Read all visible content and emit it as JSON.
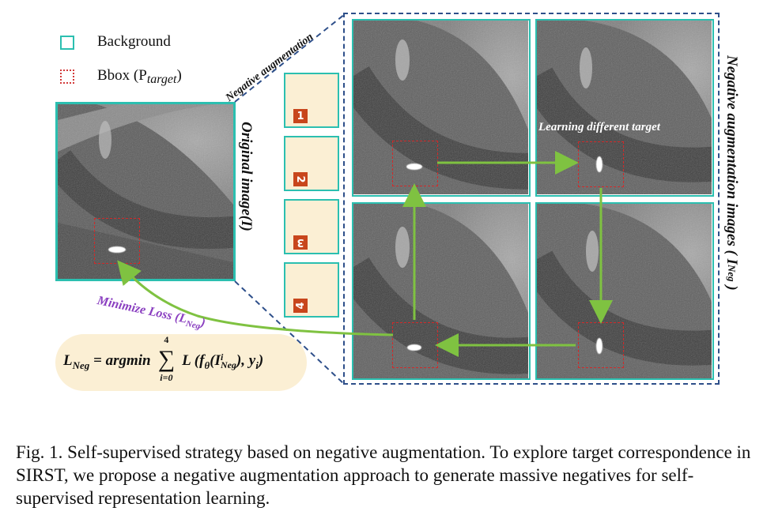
{
  "legend": {
    "background_label": "Background",
    "bbox_label": "Bbox (P",
    "bbox_sub": "target",
    "bbox_close": ")"
  },
  "labels": {
    "negative_augmentation": "Negative augmentation",
    "original_image": "Original image(I)",
    "negative_images": "Negative augmentation images ( I",
    "negative_images_sub": "Neg",
    "negative_images_close": " )",
    "learning_different_target": "Learning different target",
    "minimize_loss": "Minimize Loss (L",
    "minimize_loss_sub": "Neg",
    "minimize_loss_close": ")"
  },
  "patches": [
    "1",
    "2",
    "3",
    "4"
  ],
  "formula": {
    "lhs": "L",
    "lhs_sub": "Neg",
    "eq": " = argmin",
    "sum_top": "4",
    "sum_bottom": "i=0",
    "body": "L (f",
    "theta": "θ",
    "body2": "(I",
    "sup": "i",
    "sub": "Neg",
    "body3": "), y",
    "y_sub": "i",
    "close": ")"
  },
  "caption": "Fig. 1.  Self-supervised strategy based on negative augmentation. To explore target correspondence in SIRST, we propose a negative augmentation approach to generate massive negatives for self-supervised representation learning.",
  "colors": {
    "teal": "#2bbfb0",
    "red_dashed": "#d02a2a",
    "green_arrow": "#7fc241",
    "navy_dashed": "#2e4f8a",
    "purple_text": "#8a3fc0",
    "patch_fill": "#fbefd4",
    "patch_num": "#c8461c"
  }
}
